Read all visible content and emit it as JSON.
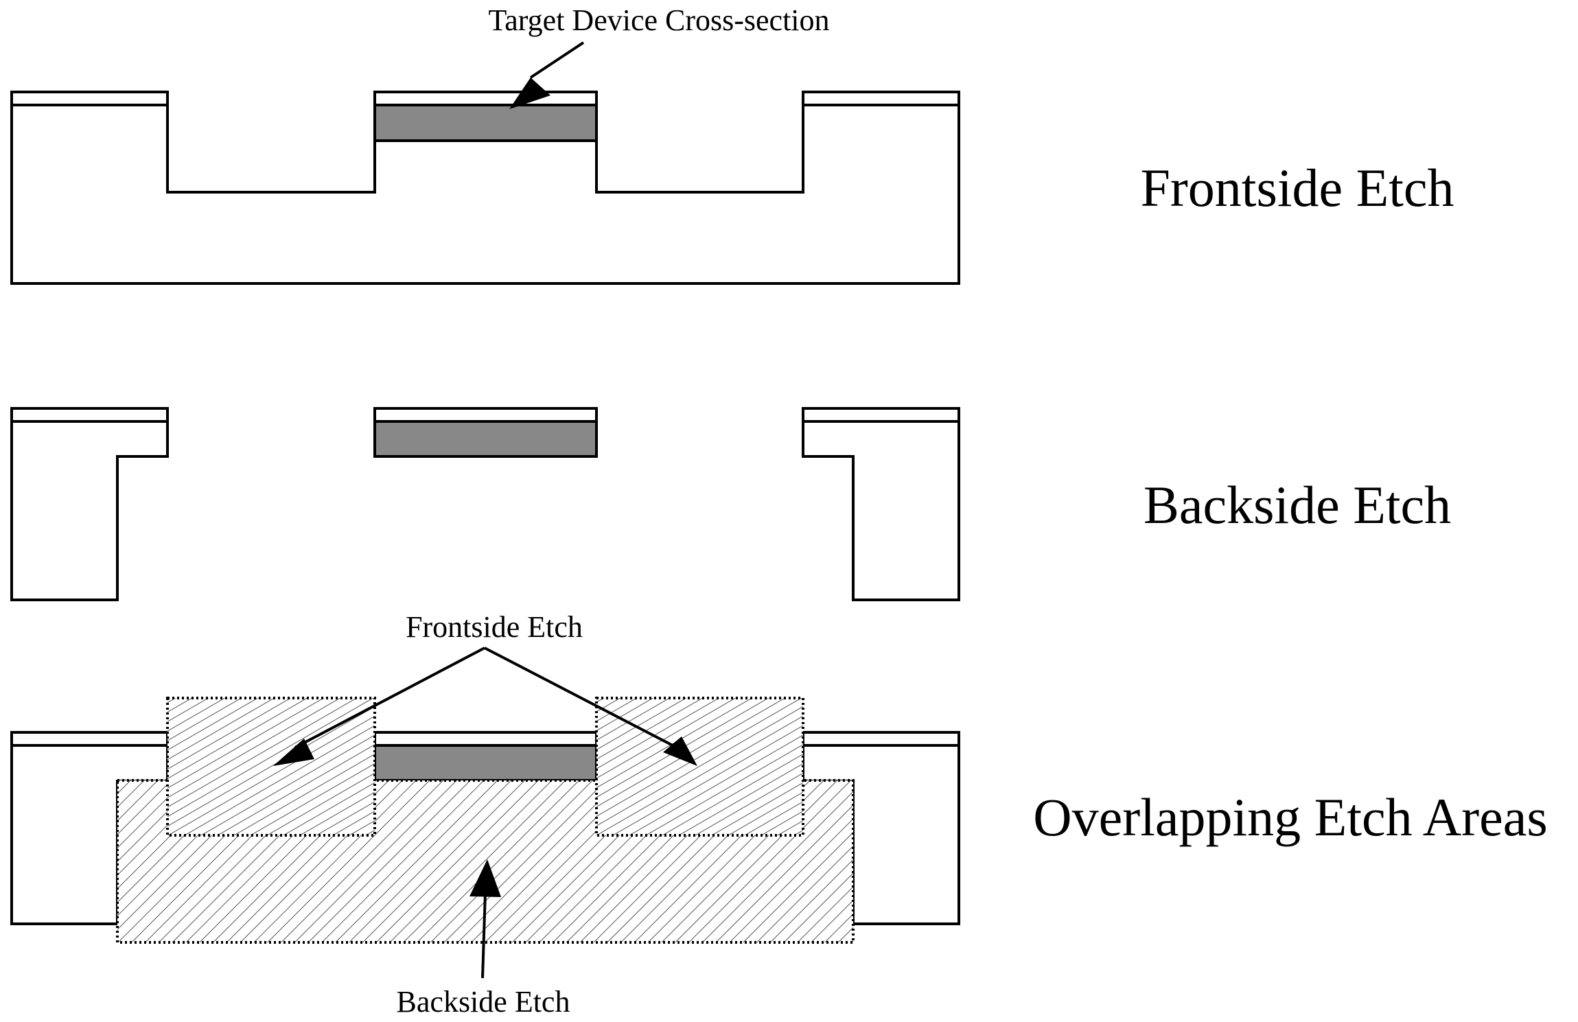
{
  "panels": {
    "frontside": {
      "label": "Frontside Etch"
    },
    "backside": {
      "label": "Backside Etch"
    },
    "overlap": {
      "label": "Overlapping Etch Areas"
    }
  },
  "annotations": {
    "target_device": "Target Device Cross-section",
    "frontside_etch": "Frontside Etch",
    "backside_etch": "Backside Etch"
  },
  "colors": {
    "device_fill": "#888888",
    "outline": "#000000",
    "background": "#ffffff",
    "hatch": "#555555"
  }
}
